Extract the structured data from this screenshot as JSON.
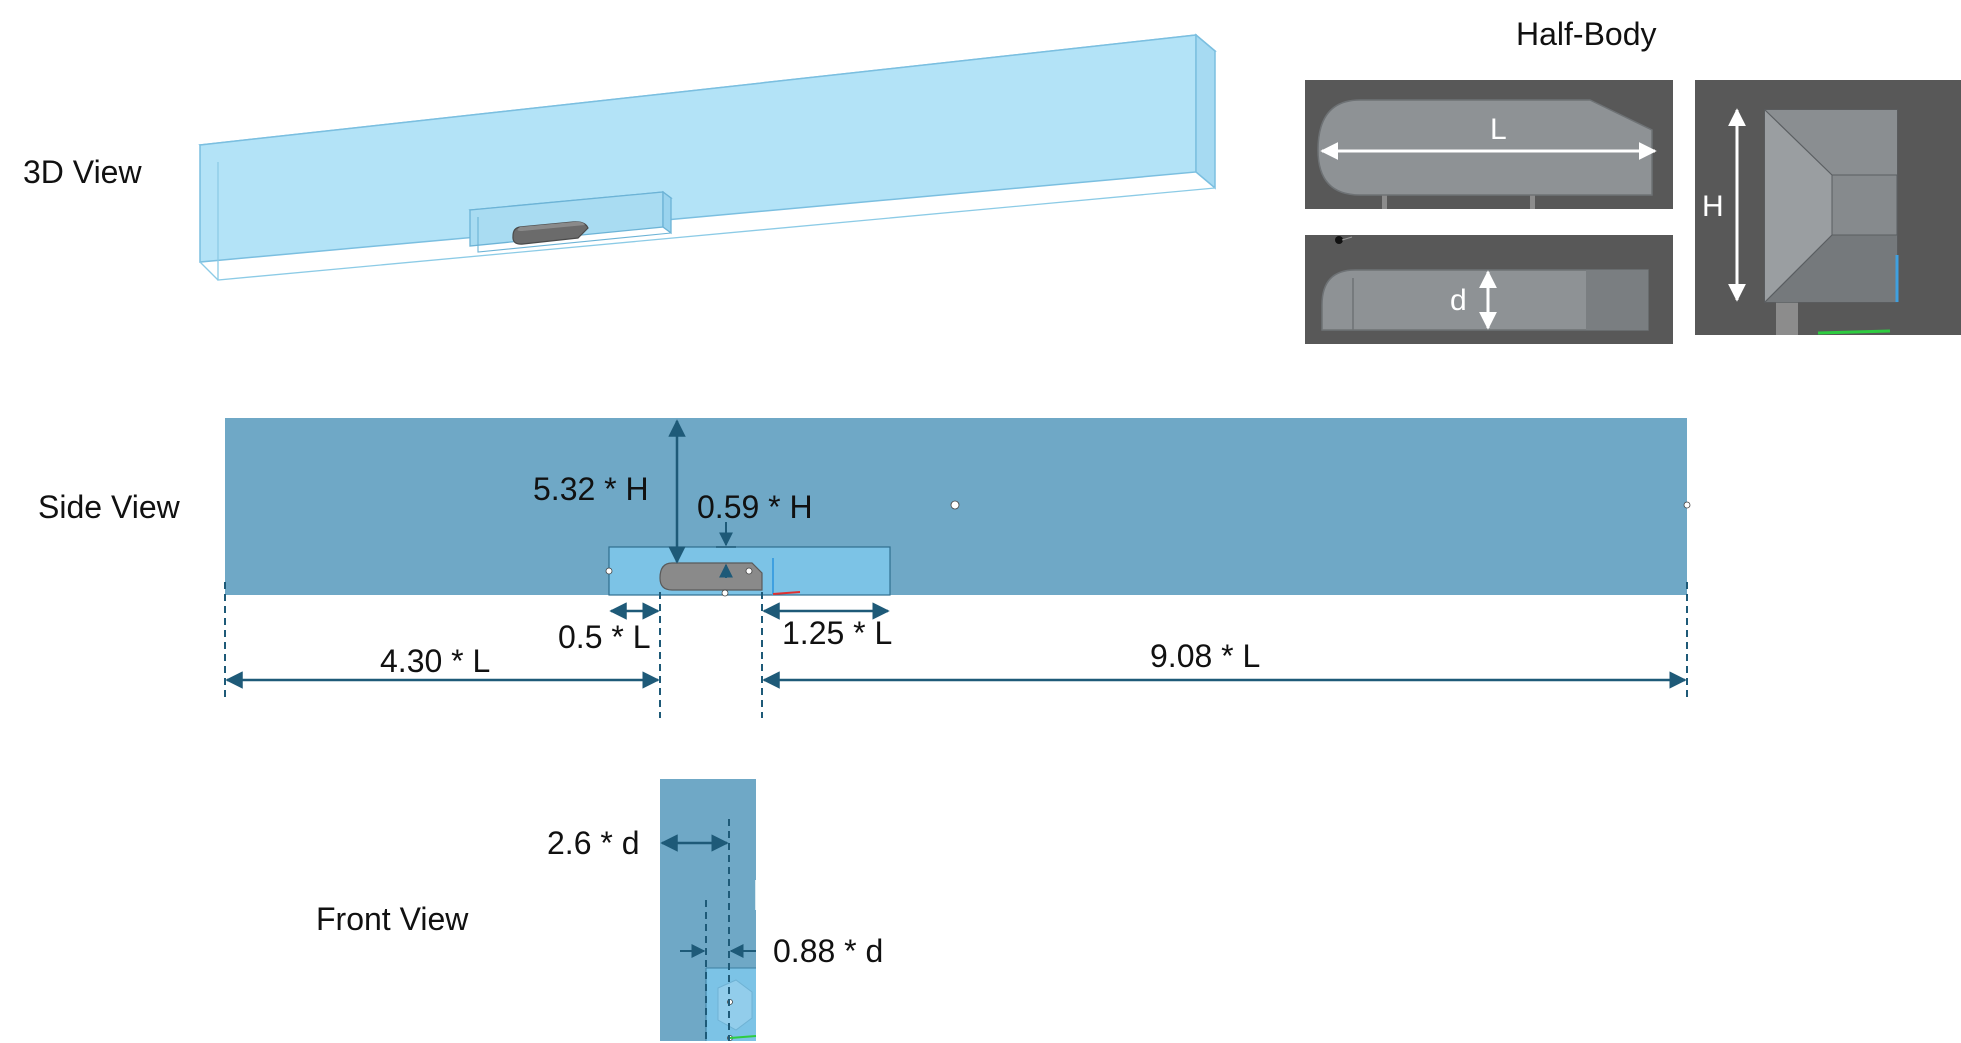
{
  "view_labels": {
    "three_d": "3D View",
    "half_body": "Half-Body",
    "side": "Side View",
    "front": "Front View"
  },
  "half_body_dims": {
    "length": "L",
    "height": "H",
    "depth": "d"
  },
  "side_view_dims": {
    "top_height": "5.32 * H",
    "gap_height": "0.59 * H",
    "inlet_length": "4.30 * L",
    "refine_front": "0.5 * L",
    "refine_rear": "1.25 * L",
    "outlet_length": "9.08 * L"
  },
  "front_view_dims": {
    "width": "2.6 * d",
    "refine_width": "0.88 * d"
  },
  "colors": {
    "domain_3d_fill": "#b3e3f7",
    "domain_3d_edge": "#7bbfe0",
    "domain_2d_fill": "#6fa8c6",
    "refine_fill": "#7cc3e6",
    "body_fill": "#8c8c8c",
    "panel_bg": "#585858",
    "dimension_line": "#1e5a78",
    "white_annotation": "#ffffff"
  }
}
